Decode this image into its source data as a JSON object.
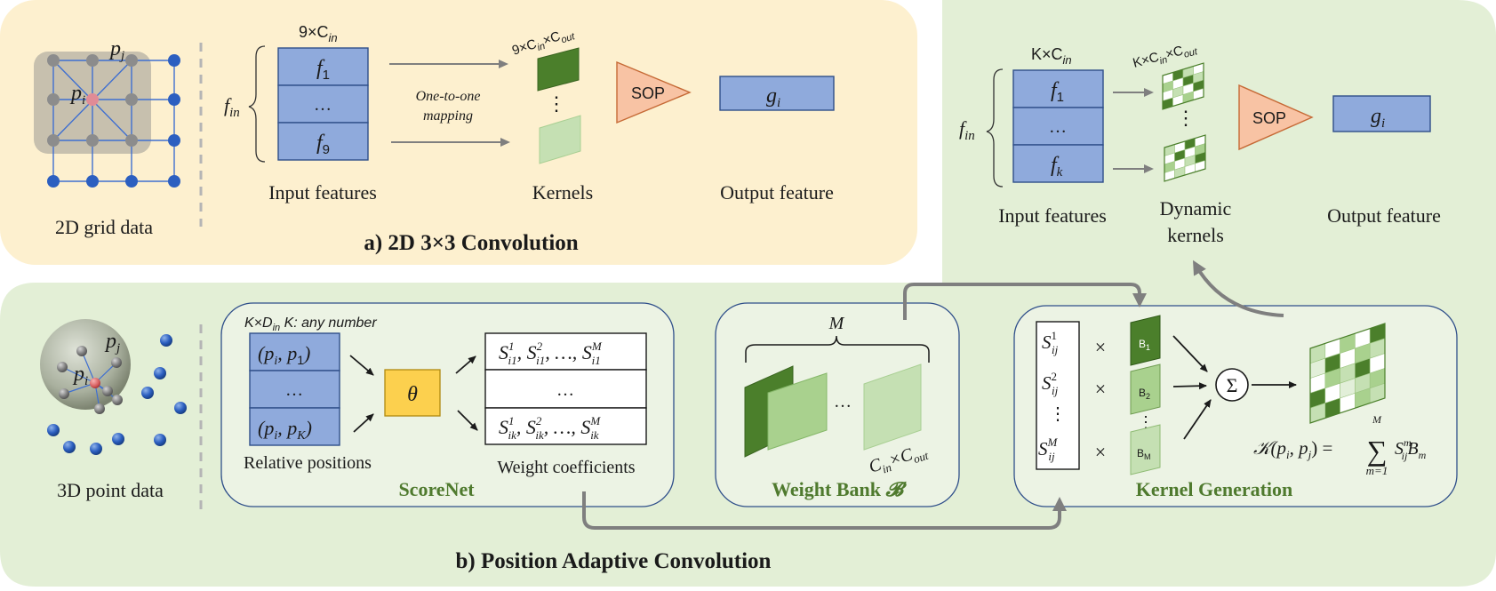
{
  "panel_a": {
    "title": "a) 2D 3×3 Convolution",
    "grid_caption": "2D grid data",
    "pi_label": "p",
    "pi_sub": "i",
    "pj_label": "p",
    "pj_sub": "j",
    "fin_label": "f",
    "fin_sub": "in",
    "stack_header": "9×C",
    "stack_header_sub": "in",
    "stack_rows": [
      {
        "main": "f",
        "sub": "1"
      },
      {
        "main": "…",
        "sub": ""
      },
      {
        "main": "f",
        "sub": "9"
      }
    ],
    "mapping_line1": "One-to-one",
    "mapping_line2": "mapping",
    "kernel_header": "9×C",
    "kernel_header_sub1": "in",
    "kernel_header_mid": "×C",
    "kernel_header_sub2": "out",
    "kernel_vdots": "⋮",
    "sop_label": "SOP",
    "output_label": "g",
    "output_sub": "i",
    "caption_input": "Input features",
    "caption_kernels": "Kernels",
    "caption_output": "Output feature"
  },
  "panel_top_right": {
    "fin_label": "f",
    "fin_sub": "in",
    "stack_header": "K×C",
    "stack_header_sub": "in",
    "stack_rows": [
      {
        "main": "f",
        "sub": "1"
      },
      {
        "main": "…",
        "sub": ""
      },
      {
        "main": "f",
        "sub": "k"
      }
    ],
    "kernel_header": "K×C",
    "kernel_header_sub1": "in",
    "kernel_header_mid": "×C",
    "kernel_header_sub2": "out",
    "kernel_vdots": "⋮",
    "sop_label": "SOP",
    "output_label": "g",
    "output_sub": "i",
    "caption_input": "Input features",
    "caption_kernels_1": "Dynamic",
    "caption_kernels_2": "kernels",
    "caption_output": "Output feature"
  },
  "panel_b": {
    "title": "b) Position Adaptive Convolution",
    "point_caption": "3D point data",
    "pi_label": "p",
    "pi_sub": "i",
    "pj_label": "p",
    "pj_sub": "j",
    "scorenet": {
      "title": "ScoreNet",
      "header_main": "K×D",
      "header_sub": "in",
      "header_tail": " K: any number",
      "rows": [
        "(p",
        "…",
        "(p"
      ],
      "row1": {
        "a": "(p",
        "asub": "i",
        "b": ", p",
        "bsub": "1",
        "c": ")"
      },
      "row2": "…",
      "row3": {
        "a": "(p",
        "asub": "i",
        "b": ", p",
        "bsub": "K",
        "c": ")"
      },
      "theta": "θ",
      "coef_row1": {
        "sub1": "i1",
        "sup1": "1",
        "sub2": "i1",
        "sup2": "2",
        "mid": ", …, ",
        "sub3": "i1",
        "sup3": "M"
      },
      "coef_row2": "…",
      "coef_row3": {
        "sub1": "ik",
        "sup1": "1",
        "sub2": "ik",
        "sup2": "2",
        "mid": ", …, ",
        "sub3": "ik",
        "sup3": "M"
      },
      "coef_S": "S",
      "caption_positions": "Relative positions",
      "caption_coefficients": "Weight coefficients"
    },
    "weight_bank": {
      "title": "Weight Bank ",
      "title_symbol": "𝓑",
      "m_label": "M",
      "dots": "…",
      "size_main": "C",
      "size_sub1": "in",
      "size_mid": "×C",
      "size_sub2": "out"
    },
    "kernel_generation": {
      "title": "Kernel Generation",
      "s_label": "S",
      "s_rows": [
        {
          "sup": "1",
          "sub": "ij"
        },
        {
          "sup": "2",
          "sub": "ij"
        },
        {
          "sup": "M",
          "sub": "ij"
        }
      ],
      "vdots": "⋮",
      "times": "×",
      "b_labels": [
        {
          "main": "B",
          "sub": "1"
        },
        {
          "main": "B",
          "sub": "2"
        },
        {
          "main": "B",
          "sub": "M"
        }
      ],
      "sum_symbol": "Σ",
      "formula_lhs": "𝒦(p",
      "formula_lhs_sub1": "i",
      "formula_lhs_mid": ", p",
      "formula_lhs_sub2": "j",
      "formula_lhs_end": ") =",
      "formula_sum": "∑",
      "formula_sum_top": "M",
      "formula_sum_bottom": "m=1",
      "formula_S": "S",
      "formula_S_sup": "m",
      "formula_S_sub": "ij",
      "formula_B": "B",
      "formula_B_sub": "m"
    }
  },
  "colors": {
    "panel_a_bg": "#fdf0cf",
    "panel_b_bg": "#e3efd6",
    "sub_panel_bg": "#ecf3e4",
    "feature_fill": "#8faadc",
    "feature_stroke": "#2f4f8a",
    "sop_fill": "#f8c3a4",
    "theta_fill": "#fcd04e",
    "green_dark": "#4b7f2b",
    "green_light": "#c5e0b3",
    "gray_arrow": "#7f7f7f",
    "title_green": "#4f7a2e"
  }
}
